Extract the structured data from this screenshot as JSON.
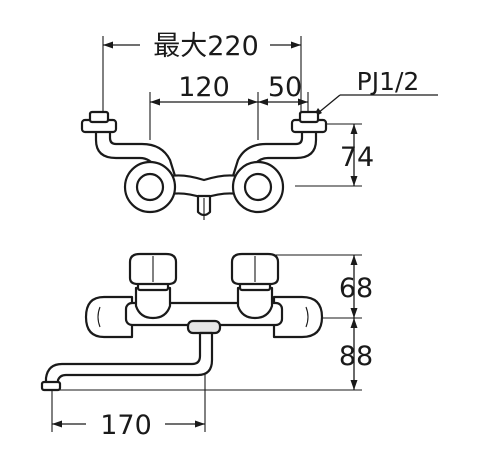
{
  "top_view": {
    "dim_max_width": "最大220",
    "dim_center": "120",
    "dim_offset": "50",
    "dim_height": "74",
    "thread_label": "PJ1/2"
  },
  "front_view": {
    "dim_upper": "68",
    "dim_lower": "88",
    "dim_spout": "170"
  }
}
